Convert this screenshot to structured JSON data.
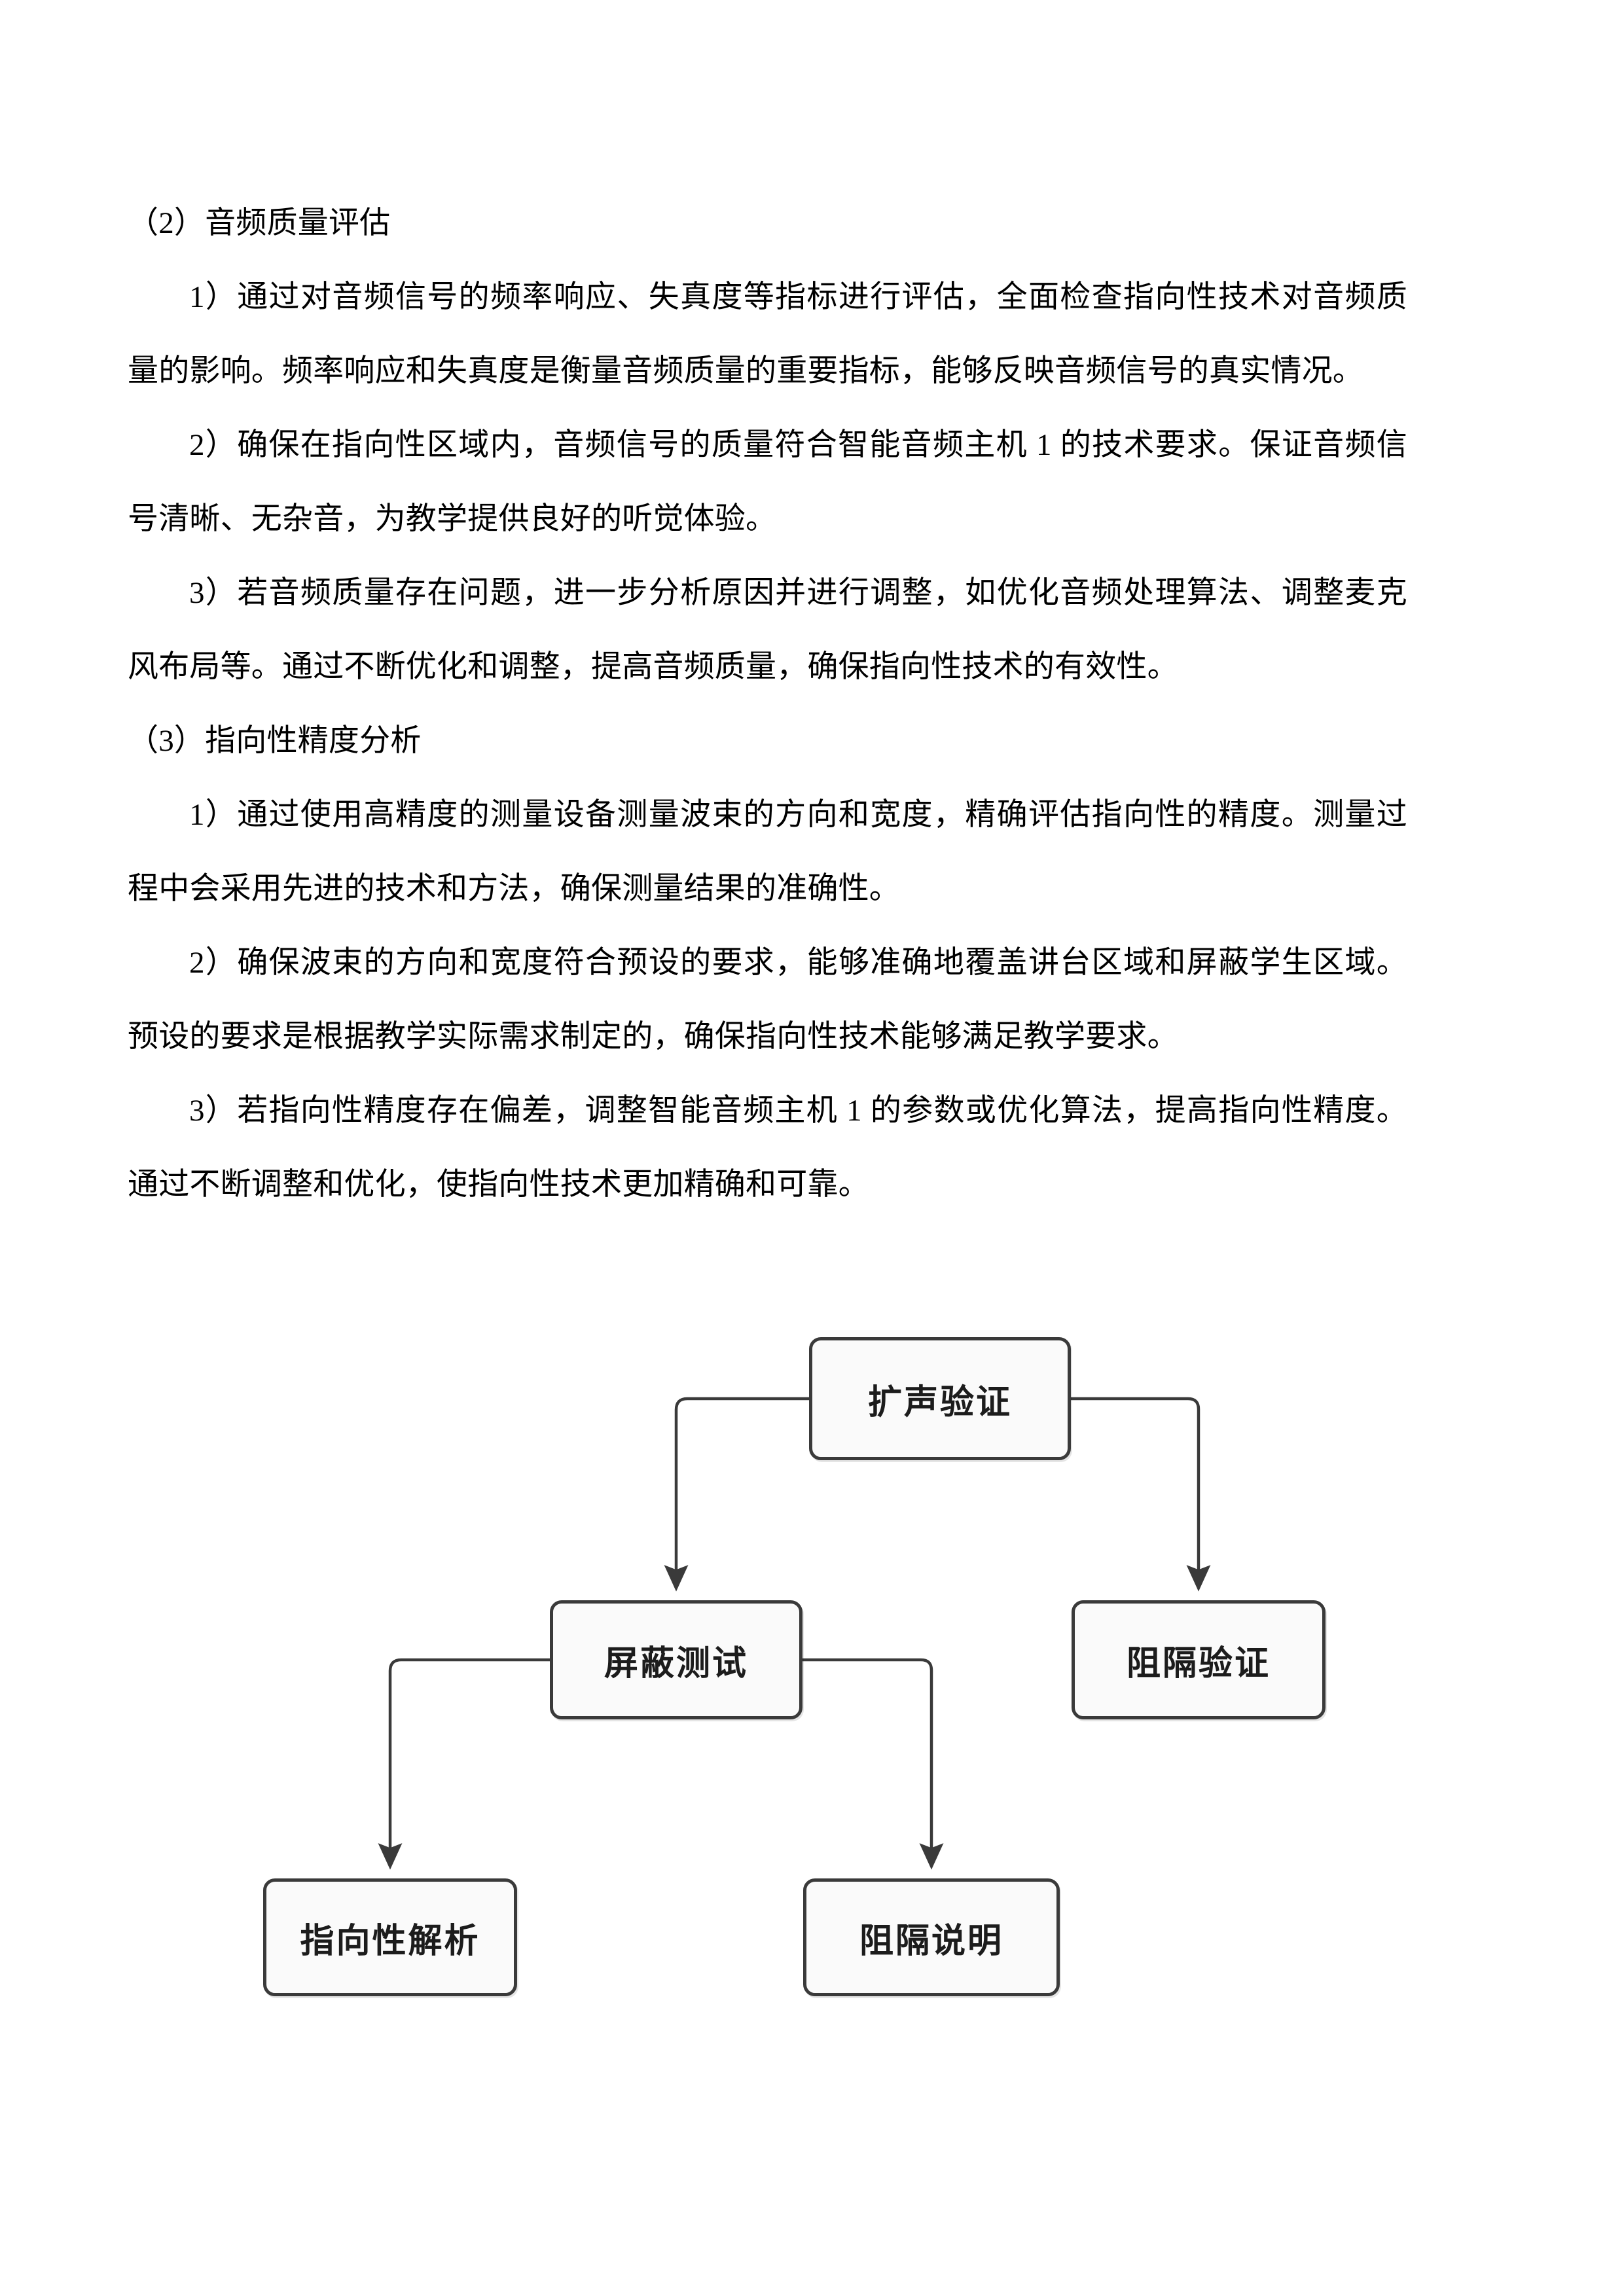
{
  "document": {
    "sections": [
      {
        "id": "sec-2",
        "heading": "（2）音频质量评估",
        "items": [
          "1）通过对音频信号的频率响应、失真度等指标进行评估，全面检查指向性技术对音频质量的影响。频率响应和失真度是衡量音频质量的重要指标，能够反映音频信号的真实情况。",
          "2）确保在指向性区域内，音频信号的质量符合智能音频主机 1 的技术要求。保证音频信号清晰、无杂音，为教学提供良好的听觉体验。",
          "3）若音频质量存在问题，进一步分析原因并进行调整，如优化音频处理算法、调整麦克风布局等。通过不断优化和调整，提高音频质量，确保指向性技术的有效性。"
        ]
      },
      {
        "id": "sec-3",
        "heading": "（3）指向性精度分析",
        "items": [
          "1）通过使用高精度的测量设备测量波束的方向和宽度，精确评估指向性的精度。测量过程中会采用先进的技术和方法，确保测量结果的准确性。",
          "2）确保波束的方向和宽度符合预设的要求，能够准确地覆盖讲台区域和屏蔽学生区域。预设的要求是根据教学实际需求制定的，确保指向性技术能够满足教学要求。",
          "3）若指向性精度存在偏差，调整智能音频主机 1 的参数或优化算法，提高指向性精度。通过不断调整和优化，使指向性技术更加精确和可靠。"
        ]
      }
    ]
  },
  "flowchart": {
    "type": "tree-diagram",
    "nodes": [
      {
        "id": "root",
        "label": "扩声验证"
      },
      {
        "id": "mid_l",
        "label": "屏蔽测试"
      },
      {
        "id": "mid_r",
        "label": "阻隔验证"
      },
      {
        "id": "leaf_l",
        "label": "指向性解析"
      },
      {
        "id": "leaf_r",
        "label": "阻隔说明"
      }
    ],
    "edges": [
      {
        "from": "root",
        "to": "mid_l"
      },
      {
        "from": "root",
        "to": "mid_r"
      },
      {
        "from": "mid_l",
        "to": "leaf_l"
      },
      {
        "from": "mid_l",
        "to": "leaf_r"
      }
    ],
    "colors": {
      "node_border": "#3a3a3a",
      "node_fill": "#fafafa",
      "edge": "#3a3a3a",
      "label": "#1c1c1c"
    }
  }
}
